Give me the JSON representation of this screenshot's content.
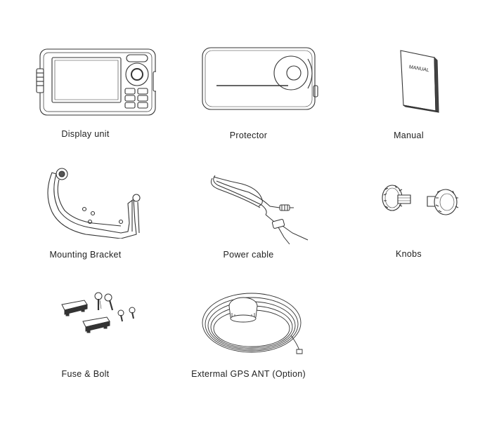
{
  "manual_cover_text": "MANUAL",
  "items": [
    {
      "label": "Display unit"
    },
    {
      "label": "Protector"
    },
    {
      "label": "Manual"
    },
    {
      "label": "Mounting Bracket"
    },
    {
      "label": "Power cable"
    },
    {
      "label": "Knobs"
    },
    {
      "label": "Fuse & Bolt"
    },
    {
      "label": "Extermal GPS ANT (Option)"
    }
  ]
}
